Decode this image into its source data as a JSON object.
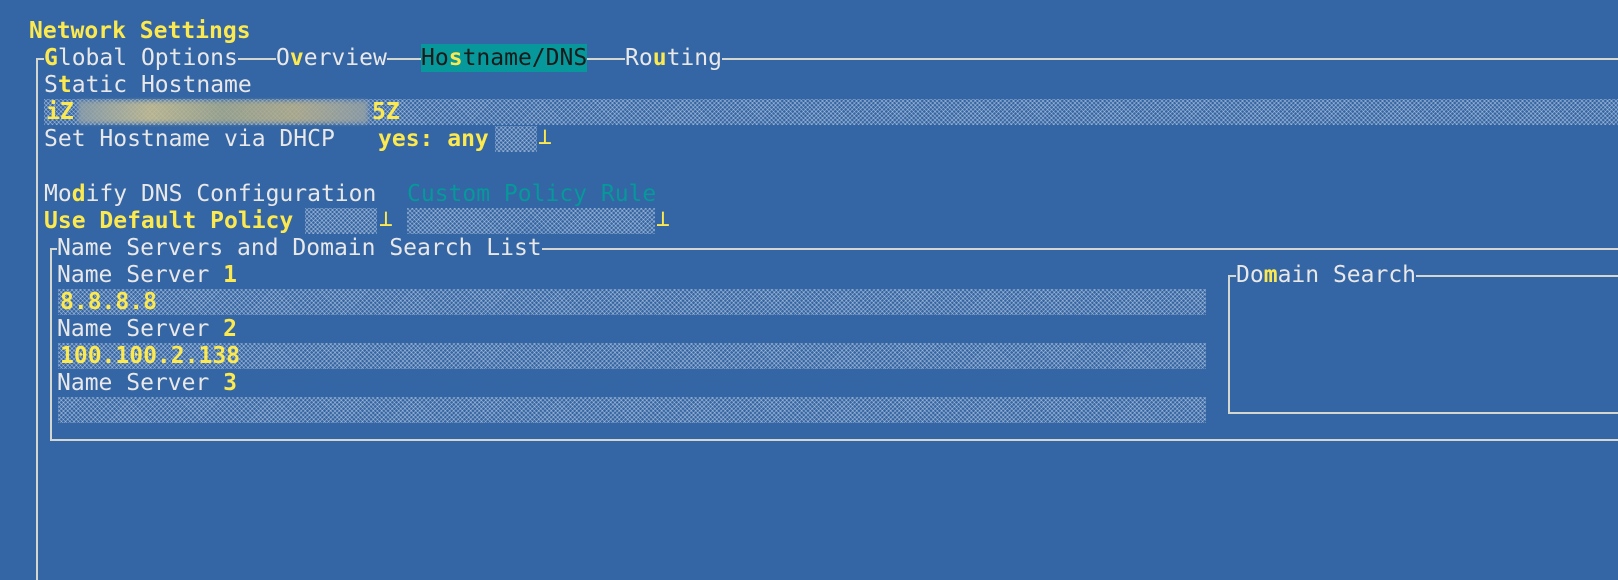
{
  "window": {
    "title": "Network Settings"
  },
  "tabs": [
    {
      "label": "Global Options",
      "hotkey": "G",
      "rest": "lobal Options",
      "active": false
    },
    {
      "label": "Overview",
      "pre": "O",
      "hotkey": "v",
      "rest": "erview",
      "active": false
    },
    {
      "label": "Hostname/DNS",
      "pre": "Ho",
      "hotkey": "s",
      "rest": "tname/DNS",
      "active": true
    },
    {
      "label": "Routing",
      "pre": "Ro",
      "hotkey": "u",
      "rest": "ting",
      "active": false
    }
  ],
  "hostname": {
    "label_pre": "S",
    "label_hotkey": "t",
    "label_rest": "atic Hostname",
    "value_prefix": "iZ",
    "value_suffix": "5Z"
  },
  "dhcp": {
    "label": "Set Hostname via DHCP",
    "value": "yes: any",
    "arrow": "⊥"
  },
  "dns_config": {
    "label_pre": "Mo",
    "label_hotkey": "d",
    "label_rest": "ify DNS Configuration",
    "policy_value": "Use Default Policy",
    "policy_arrow": "⊥",
    "custom_label": "Custom Policy Rule",
    "custom_arrow": "⊥"
  },
  "nameservers": {
    "group_title": "Name Servers and Domain Search List",
    "servers": [
      {
        "label": "Name Server ",
        "num": "1",
        "value": "8.8.8.8"
      },
      {
        "label": "Name Server ",
        "num": "2",
        "value": "100.100.2.138"
      },
      {
        "label": "Name Server ",
        "num": "3",
        "value": ""
      }
    ],
    "domain_search": {
      "pre": "Do",
      "hotkey": "m",
      "rest": "ain Search"
    }
  }
}
